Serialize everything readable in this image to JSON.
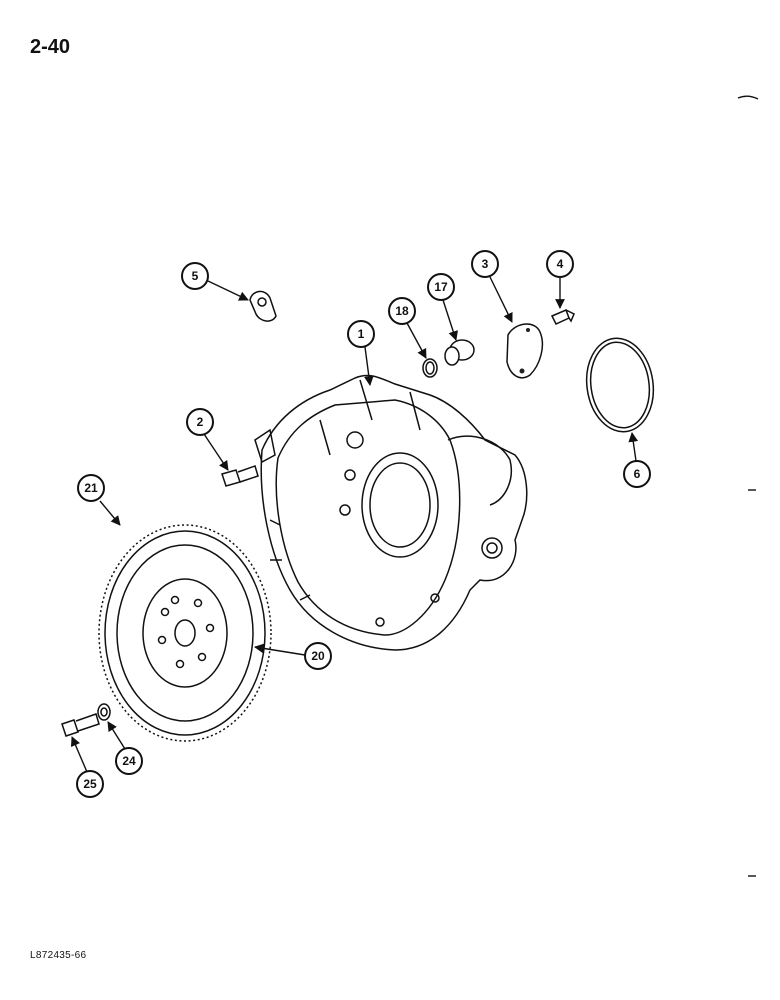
{
  "page": {
    "page_number": "2-40",
    "figure_code": "L872435-66"
  },
  "callouts": [
    {
      "id": "c1",
      "number": "1"
    },
    {
      "id": "c2",
      "number": "2"
    },
    {
      "id": "c3",
      "number": "3"
    },
    {
      "id": "c4",
      "number": "4"
    },
    {
      "id": "c5",
      "number": "5"
    },
    {
      "id": "c6",
      "number": "6"
    },
    {
      "id": "c17",
      "number": "17"
    },
    {
      "id": "c18",
      "number": "18"
    },
    {
      "id": "c20",
      "number": "20"
    },
    {
      "id": "c21",
      "number": "21"
    },
    {
      "id": "c24",
      "number": "24"
    },
    {
      "id": "c25",
      "number": "25"
    }
  ]
}
